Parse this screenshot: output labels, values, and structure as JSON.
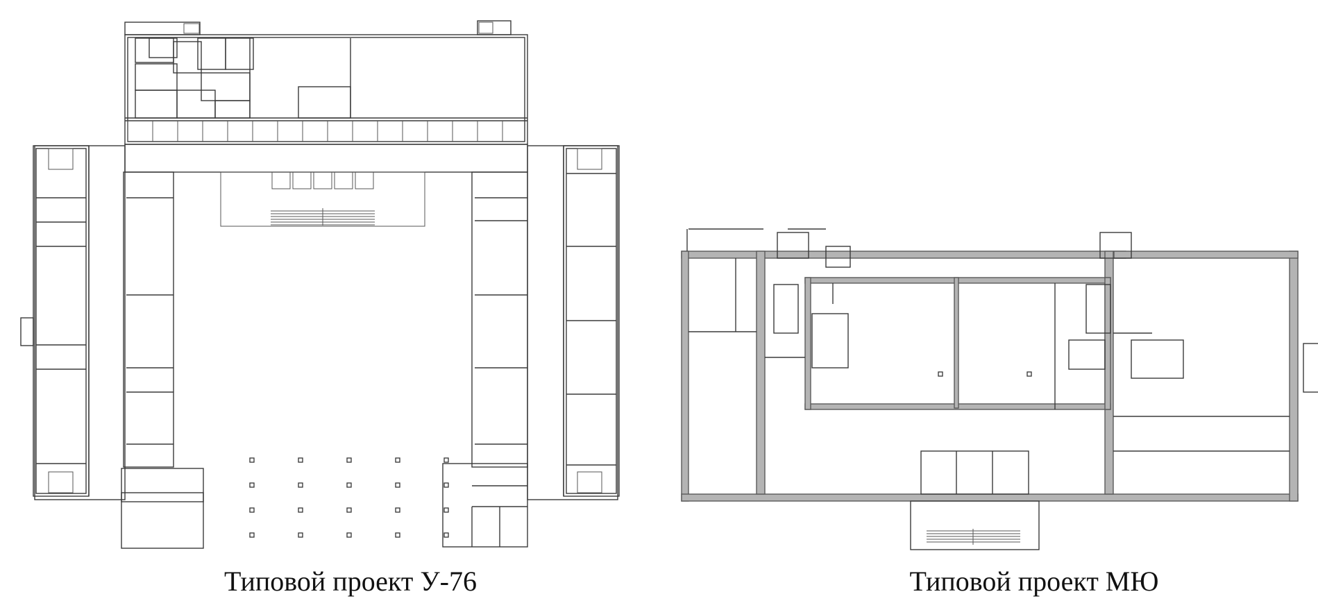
{
  "plans": [
    {
      "id": "u76",
      "caption": "Типовой проект У-76"
    },
    {
      "id": "miu",
      "caption": "Типовой проект МЮ"
    }
  ]
}
